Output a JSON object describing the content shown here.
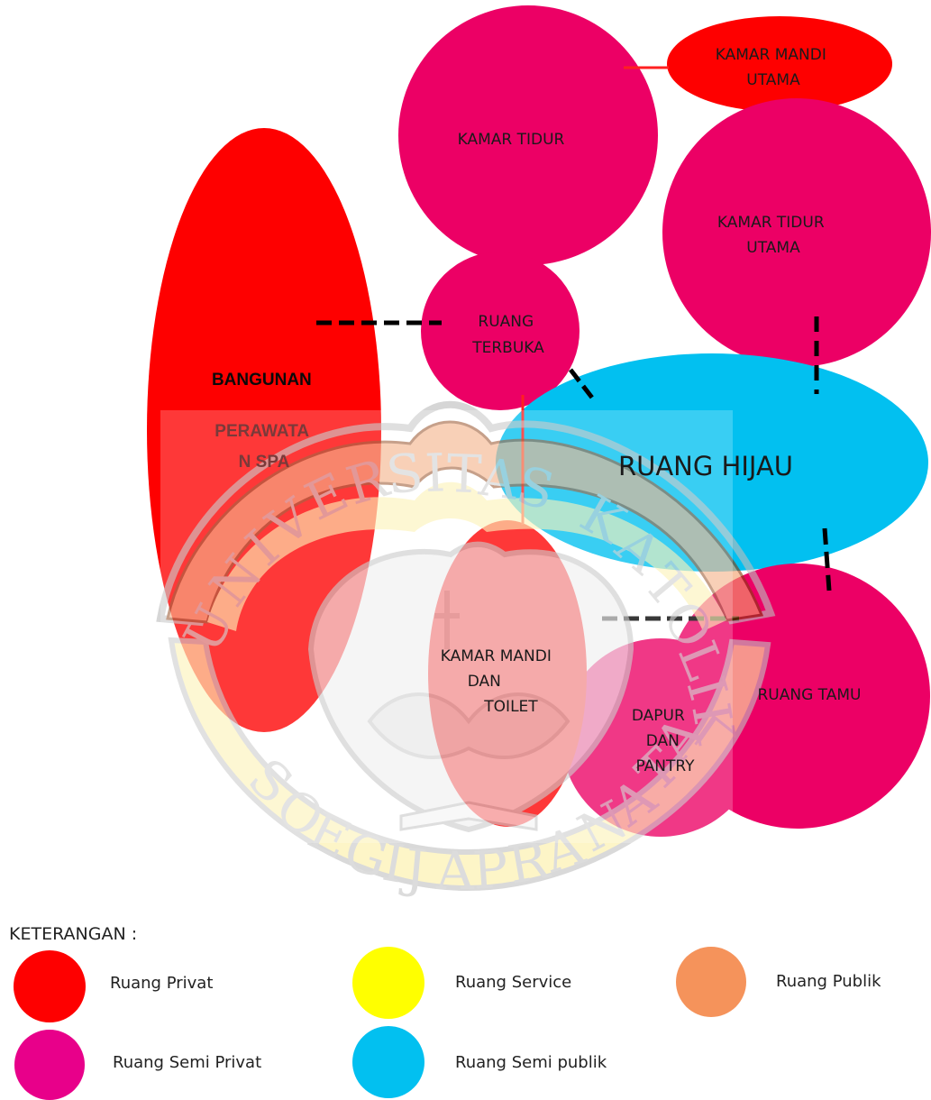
{
  "colors": {
    "privat": "#fe0000",
    "semi_privat": "#ec0065",
    "semi_publik": "#02c0f0",
    "service": "#ffff00",
    "publik": "#f5935b",
    "link_solid": "#ff2020",
    "link_dashed": "#000000",
    "watermark_band": "#f3a06c",
    "watermark_cream": "#fdf0a6"
  },
  "watermark": {
    "top_text": "UNIVERSITAS KATOLIK",
    "bottom_text": "SOEGIJAPRANATA"
  },
  "nodes": {
    "kamar_mandi_utama": {
      "lines": [
        "KAMAR MANDI",
        "UTAMA"
      ],
      "zone": "privat"
    },
    "kamar_tidur": {
      "lines": [
        "KAMAR TIDUR"
      ],
      "zone": "semi_privat"
    },
    "kamar_tidur_utama": {
      "lines": [
        "KAMAR TIDUR",
        "UTAMA"
      ],
      "zone": "semi_privat"
    },
    "bangunan": {
      "lines": [
        "BANGUNAN",
        "PERAWATA",
        "N SPA"
      ],
      "zone": "privat"
    },
    "ruang_terbuka": {
      "lines": [
        "RUANG",
        "TERBUKA"
      ],
      "zone": "semi_privat"
    },
    "ruang_hijau": {
      "lines": [
        "RUANG HIJAU"
      ],
      "zone": "semi_publik"
    },
    "kamar_mandi_dan_toilet": {
      "lines": [
        "KAMAR MANDI",
        "DAN",
        "TOILET"
      ],
      "zone": "privat"
    },
    "dapur_dan_pantry": {
      "lines": [
        "DAPUR",
        "DAN",
        "PANTRY"
      ],
      "zone": "semi_privat"
    },
    "ruang_tamu": {
      "lines": [
        "RUANG TAMU"
      ],
      "zone": "semi_privat"
    }
  },
  "connections": [
    {
      "from": "kamar_tidur",
      "to": "kamar_mandi_utama",
      "style": "solid"
    },
    {
      "from": "ruang_terbuka",
      "to": "kamar_mandi_dan_toilet",
      "style": "solid"
    },
    {
      "from": "bangunan",
      "to": "ruang_terbuka",
      "style": "dashed"
    },
    {
      "from": "ruang_terbuka",
      "to": "ruang_hijau",
      "style": "dashed"
    },
    {
      "from": "kamar_tidur_utama",
      "to": "ruang_hijau",
      "style": "dashed"
    },
    {
      "from": "ruang_hijau",
      "to": "ruang_tamu",
      "style": "dashed"
    },
    {
      "from": "dapur_dan_pantry",
      "to": "ruang_tamu",
      "style": "dashed"
    }
  ],
  "legend": {
    "title": "KETERANGAN :",
    "items": [
      {
        "label": "Ruang Privat",
        "color": "#fe0000"
      },
      {
        "label": "Ruang Service",
        "color": "#ffff00"
      },
      {
        "label": "Ruang Publik",
        "color": "#f5935b"
      },
      {
        "label": "Ruang Semi Privat",
        "color": "#e8008a"
      },
      {
        "label": "Ruang Semi publik",
        "color": "#02c0f0"
      }
    ]
  }
}
